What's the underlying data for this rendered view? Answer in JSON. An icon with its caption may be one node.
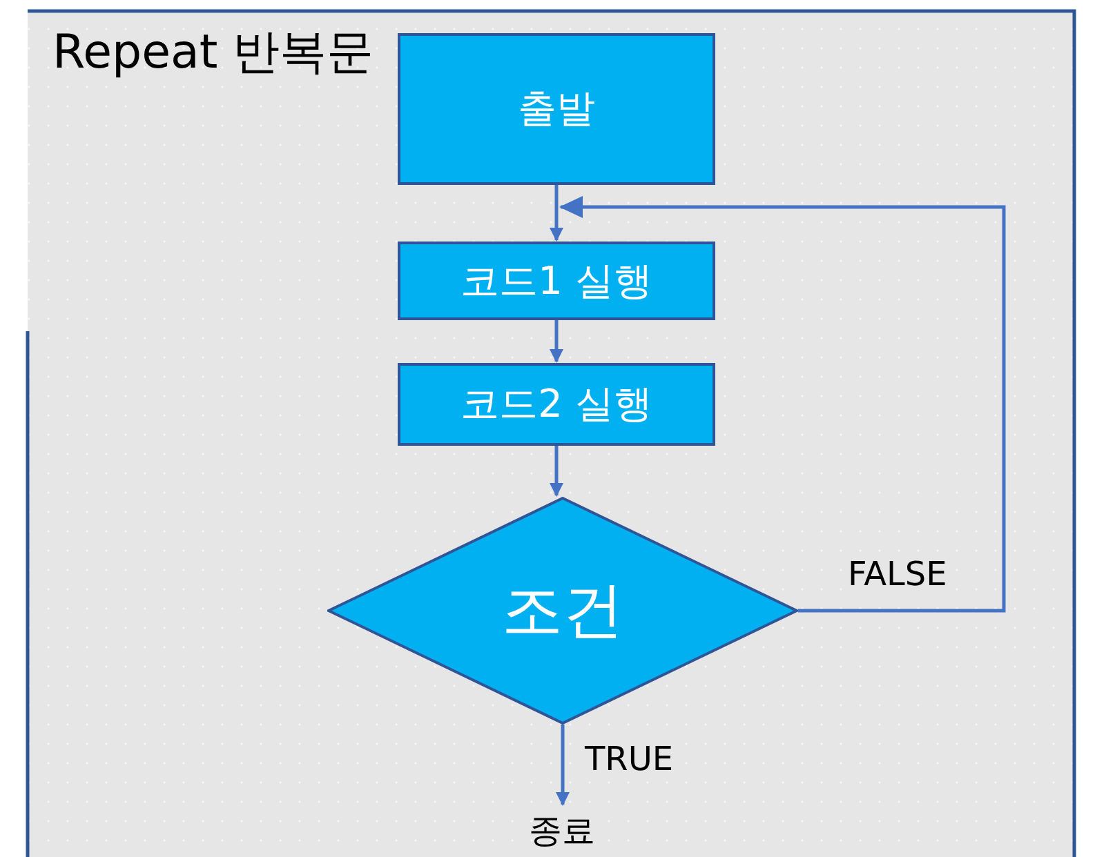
{
  "diagram": {
    "title": "Repeat 반복문",
    "nodes": [
      {
        "text": [
          "출발"
        ]
      },
      {
        "text": [
          "코드1 실행"
        ]
      },
      {
        "text": [
          "코드2 실행"
        ]
      },
      {
        "text": [
          "조건"
        ]
      },
      {
        "text": [
          "종료"
        ]
      }
    ],
    "edges": [
      {
        "from": 0,
        "to": 1,
        "arrow": "to"
      },
      {
        "from": 1,
        "to": 2,
        "arrow": "to"
      },
      {
        "from": 2,
        "to": 3,
        "arrow": "to"
      },
      {
        "from": 3,
        "to": 1,
        "arrow": "to",
        "label": "FALSE"
      },
      {
        "from": 3,
        "to": 4,
        "arrow": "to",
        "label": "TRUE"
      }
    ]
  }
}
